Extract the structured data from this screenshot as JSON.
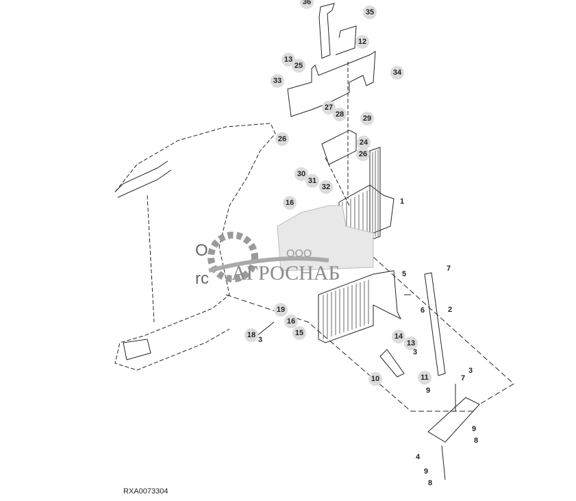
{
  "diagram": {
    "caption": "RXA0073304",
    "callouts": [
      "36",
      "35",
      "12",
      "13",
      "25",
      "34",
      "33",
      "27",
      "28",
      "29",
      "26",
      "24",
      "26",
      "30",
      "31",
      "32",
      "16",
      "1",
      "5",
      "7",
      "2",
      "6",
      "19",
      "16",
      "15",
      "18",
      "3",
      "14",
      "13",
      "3",
      "10",
      "11",
      "9",
      "7",
      "3",
      "9",
      "8",
      "4",
      "9",
      "8"
    ],
    "partial_text": [
      "O",
      "rc"
    ]
  },
  "watermark": {
    "prefix": "ООО",
    "name": "АГРОСНАБ"
  },
  "colors": {
    "line": "#222222",
    "callout_fill": "#dcdcdc",
    "watermark": "#8a8a8a"
  }
}
